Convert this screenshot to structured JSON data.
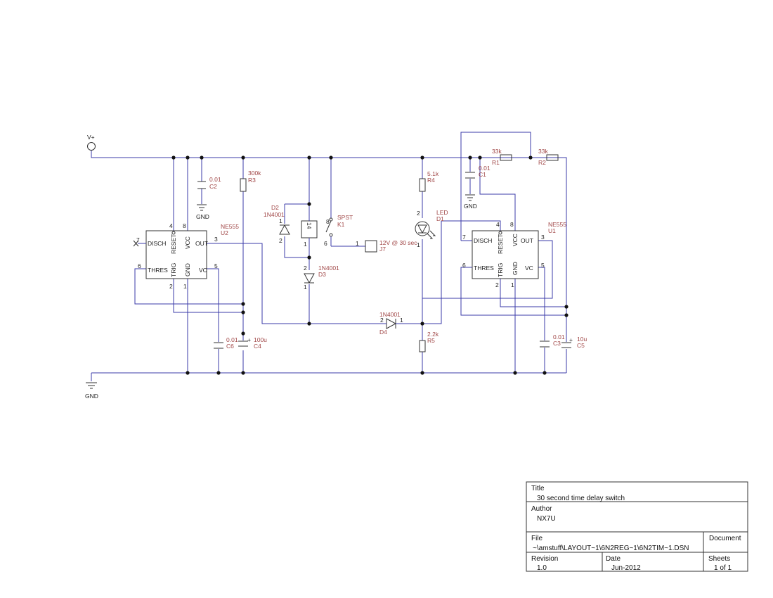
{
  "power": {
    "vplus": "V+",
    "gnd": "GND"
  },
  "u2": {
    "part": "NE555",
    "ref": "U2",
    "pins": {
      "disch": "DISCH",
      "reset": "RESET",
      "vcc": "VCC",
      "out": "OUT",
      "thres": "THRES",
      "trig": "TRIG",
      "gnd": "GND",
      "vc": "VC"
    },
    "nums": {
      "disch": "7",
      "reset": "4",
      "vcc": "8",
      "out": "3",
      "thres": "6",
      "trig": "2",
      "gnd": "1",
      "vc": "5"
    }
  },
  "u1": {
    "part": "NE555",
    "ref": "U1",
    "pins": {
      "disch": "DISCH",
      "reset": "RESET",
      "vcc": "VCC",
      "out": "OUT",
      "thres": "THRES",
      "trig": "TRIG",
      "gnd": "GND",
      "vc": "VC"
    },
    "nums": {
      "disch": "7",
      "reset": "4",
      "vcc": "8",
      "out": "3",
      "thres": "6",
      "trig": "2",
      "gnd": "1",
      "vc": "5"
    }
  },
  "c2": {
    "value": "0.01",
    "ref": "C2",
    "gnd": "GND"
  },
  "r3": {
    "value": "300k",
    "ref": "R3"
  },
  "c6": {
    "value": "0.01",
    "ref": "C6"
  },
  "c4": {
    "value": "100u",
    "ref": "C4",
    "plus": "+"
  },
  "d2": {
    "ref": "D2",
    "value": "1N4001",
    "p1": "1",
    "p2": "2"
  },
  "relay": {
    "p14": "14",
    "p1": "1"
  },
  "d3": {
    "ref": "D3",
    "value": "1N4001",
    "p2": "2",
    "p1": "1"
  },
  "k1": {
    "type": "SPST",
    "ref": "K1",
    "p8": "8",
    "p6": "6"
  },
  "j7": {
    "label": "12V @ 30 sec",
    "ref": "J7",
    "pin": "1"
  },
  "d4": {
    "value": "1N4001",
    "ref": "D4",
    "p2": "2",
    "p1": "1"
  },
  "r4": {
    "value": "5.1k",
    "ref": "R4"
  },
  "led": {
    "value": "LED",
    "ref": "D1",
    "p2": "2",
    "p1": "1"
  },
  "r5": {
    "value": "2.2k",
    "ref": "R5"
  },
  "c1": {
    "value": "0.01",
    "ref": "C1",
    "gnd": "GND"
  },
  "r1": {
    "value": "33k",
    "ref": "R1"
  },
  "r2": {
    "value": "33k",
    "ref": "R2"
  },
  "c3": {
    "value": "0.01",
    "ref": "C3"
  },
  "c5": {
    "value": "10u",
    "ref": "C5",
    "plus": "+"
  },
  "title_block": {
    "title_label": "Title",
    "title": "30 second time delay switch",
    "author_label": "Author",
    "author": "NX7U",
    "file_label": "File",
    "file": "~\\amstuff\\LAYOUT~1\\6N2REG~1\\6N2TIM~1.DSN",
    "document_label": "Document",
    "revision_label": "Revision",
    "revision": "1.0",
    "date_label": "Date",
    "date": "Jun-2012",
    "sheets_label": "Sheets",
    "sheets": "1 of 1"
  }
}
